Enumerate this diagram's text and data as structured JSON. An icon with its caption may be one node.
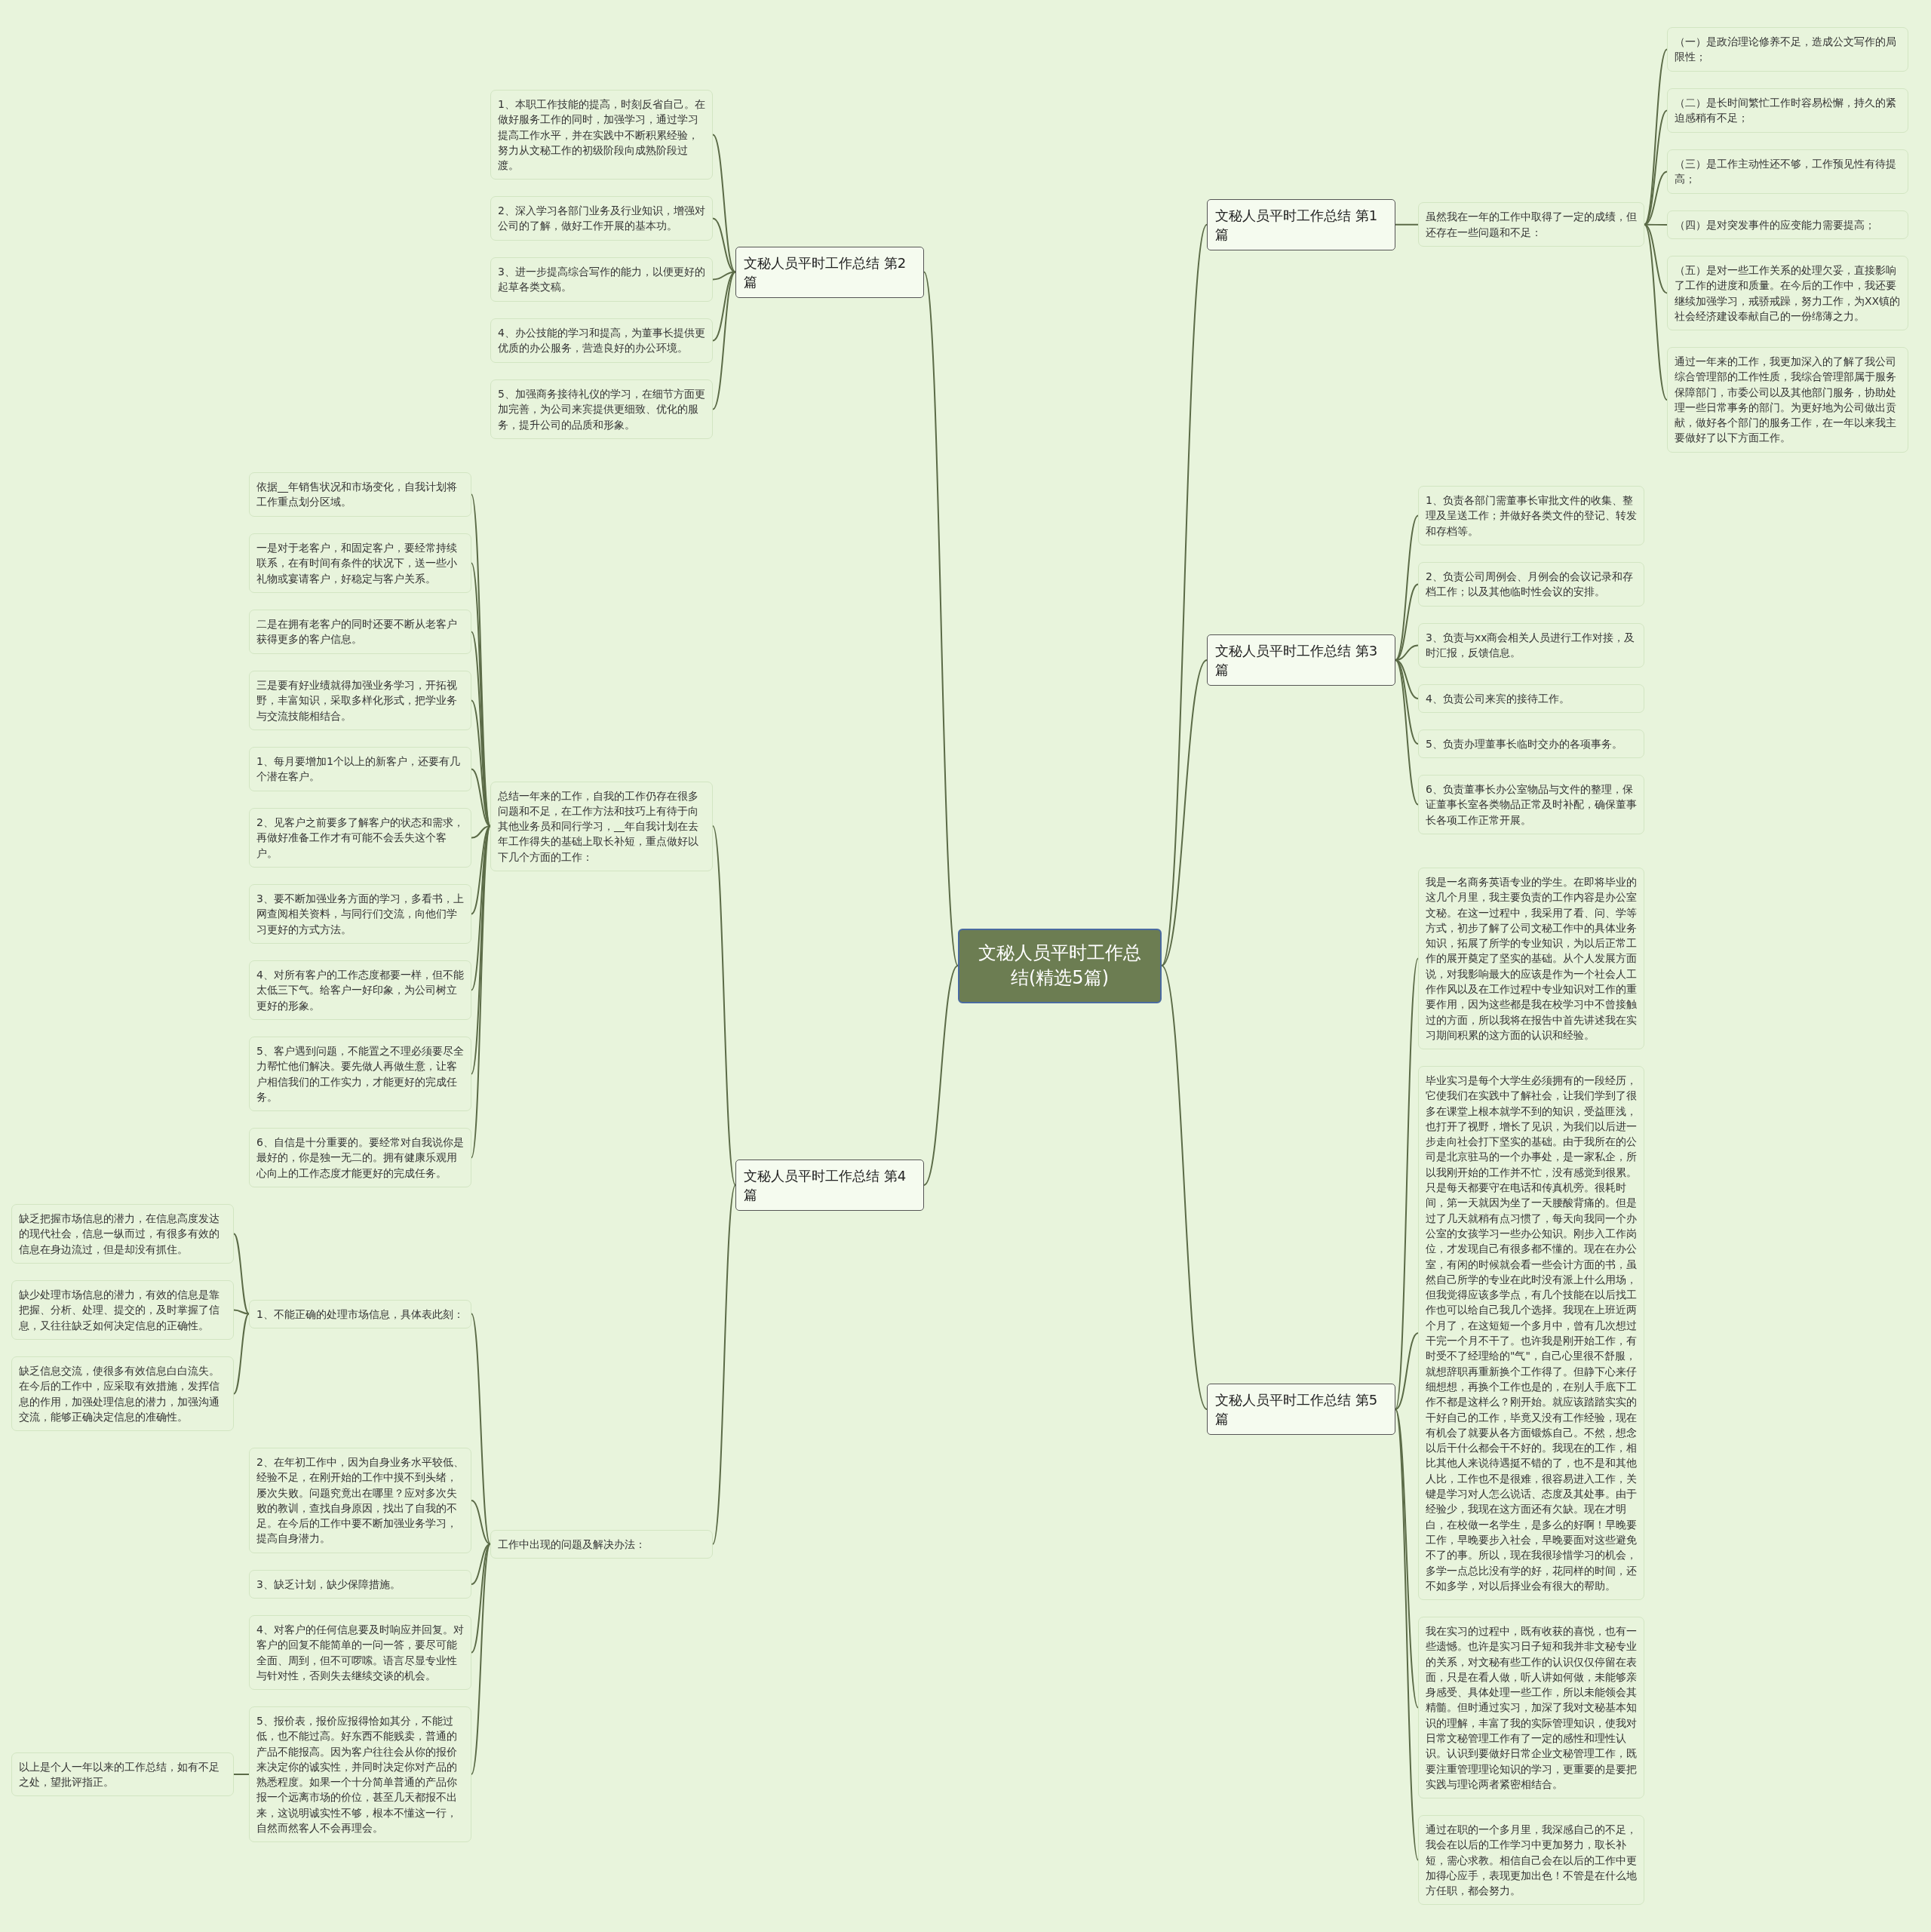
{
  "diagram": {
    "nodes": [
      {
        "text": [
          "文秘人员平时工作总结(精选5篇)"
        ]
      },
      {
        "text": [
          "文秘人员平时工作总结 第1篇"
        ]
      },
      {
        "text": [
          "虽然我在一年的工作中取得了一定的成绩，但还存在一些问题和不足："
        ]
      },
      {
        "text": [
          "（一）是政治理论修养不足，造成公文写作的局限性；"
        ]
      },
      {
        "text": [
          "（二）是长时间繁忙工作时容易松懈，持久的紧迫感稍有不足；"
        ]
      },
      {
        "text": [
          "（三）是工作主动性还不够，工作预见性有待提高；"
        ]
      },
      {
        "text": [
          "（四）是对突发事件的应变能力需要提高；"
        ]
      },
      {
        "text": [
          "（五）是对一些工作关系的处理欠妥，直接影响了工作的进度和质量。在今后的工作中，我还要继续加强学习，戒骄戒躁，努力工作，为XX镇的社会经济建设奉献自己的一份绵薄之力。"
        ]
      },
      {
        "text": [
          "通过一年来的工作，我更加深入的了解了我公司综合管理部的工作性质，我综合管理部属于服务保障部门，市委公司以及其他部门服务，协助处理一些日常事务的部门。为更好地为公司做出贡献，做好各个部门的服务工作，在一年以来我主要做好了以下方面工作。"
        ]
      },
      {
        "text": [
          "文秘人员平时工作总结 第3篇"
        ]
      },
      {
        "text": [
          "1、负责各部门需董事长审批文件的收集、整理及呈送工作；并做好各类文件的登记、转发和存档等。"
        ]
      },
      {
        "text": [
          "2、负责公司周例会、月例会的会议记录和存档工作；以及其他临时性会议的安排。"
        ]
      },
      {
        "text": [
          "3、负责与xx商会相关人员进行工作对接，及时汇报，反馈信息。"
        ]
      },
      {
        "text": [
          "4、负责公司来宾的接待工作。"
        ]
      },
      {
        "text": [
          "5、负责办理董事长临时交办的各项事务。"
        ]
      },
      {
        "text": [
          "6、负责董事长办公室物品与文件的整理，保证董事长室各类物品正常及时补配，确保董事长各项工作正常开展。"
        ]
      },
      {
        "text": [
          "文秘人员平时工作总结 第5篇"
        ]
      },
      {
        "text": [
          "我是一名商务英语专业的学生。在即将毕业的这几个月里，我主要负责的工作内容是办公室文秘。在这一过程中，我采用了看、问、学等方式，初步了解了公司文秘工作中的具体业务知识，拓展了所学的专业知识，为以后正常工作的展开奠定了坚实的基础。从个人发展方面说，对我影响最大的应该是作为一个社会人工作作风以及在工作过程中专业知识对工作的重要作用，因为这些都是我在校学习中不曾接触过的方面，所以我将在报告中首先讲述我在实习期间积累的这方面的认识和经验。"
        ]
      },
      {
        "text": [
          "毕业实习是每个大学生必须拥有的一段经历，它使我们在实践中了解社会，让我们学到了很多在课堂上根本就学不到的知识，受益匪浅，也打开了视野，增长了见识，为我们以后进一步走向社会打下坚实的基础。由于我所在的公司是北京驻马的一个办事处，是一家私企，所以我刚开始的工作并不忙，没有感觉到很累。只是每天都要守在电话和传真机旁。很耗时间，第一天就因为坐了一天腰酸背痛的。但是过了几天就稍有点习惯了，每天向我同一个办公室的女孩学习一些办公知识。刚步入工作岗位，才发现自己有很多都不懂的。现在在办公室，有闲的时候就会看一些会计方面的书，虽然自己所学的专业在此时没有派上什么用场，但我觉得应该多学点，有几个技能在以后找工作也可以给自己我几个选择。我现在上班近两个月了，在这短短一个多月中，曾有几次想过干完一个月不干了。也许我是刚开始工作，有时受不了经理给的\"气\"，自己心里很不舒服，就想辞职再重新换个工作得了。但静下心来仔细想想，再换个工作也是的，在别人手底下工作不都是这样么？刚开始。就应该踏踏实实的干好自己的工作，毕竟又没有工作经验，现在有机会了就要从各方面锻炼自己。不然，想念以后干什么都会干不好的。我现在的工作，相比其他人来说待遇挺不错的了，也不是和其他人比，工作也不是很难，很容易进入工作，关键是学习对人怎么说话、态度及其处事。由于经验少，我现在这方面还有欠缺。现在才明白，在校做一名学生，是多么的好啊！早晚要工作，早晚要步入社会，早晚要面对这些避免不了的事。所以，现在我很珍惜学习的机会，多学一点总比没有学的好，花同样的时间，还不如多学，对以后择业会有很大的帮助。"
        ]
      },
      {
        "text": [
          "我在实习的过程中，既有收获的喜悦，也有一些遗憾。也许是实习日子短和我并非文秘专业的关系，对文秘有些工作的认识仅仅停留在表面，只是在看人做，听人讲如何做，未能够亲身感受、具体处理一些工作，所以未能领会其精髓。但时通过实习，加深了我对文秘基本知识的理解，丰富了我的实际管理知识，使我对日常文秘管理工作有了一定的感性和理性认识。认识到要做好日常企业文秘管理工作，既要注重管理理论知识的学习，更重要的是要把实践与理论两者紧密相结合。"
        ]
      },
      {
        "text": [
          "通过在职的一个多月里，我深感自己的不足，我会在以后的工作学习中更加努力，取长补短，需心求教。相信自己会在以后的工作中更加得心应手，表现更加出色！不管是在什么地方任职，都会努力。"
        ]
      },
      {
        "text": [
          "文秘人员平时工作总结 第2篇"
        ]
      },
      {
        "text": [
          "1、本职工作技能的提高，时刻反省自己。在做好服务工作的同时，加强学习，通过学习提高工作水平，并在实践中不断积累经验，努力从文秘工作的初级阶段向成熟阶段过渡。"
        ]
      },
      {
        "text": [
          "2、深入学习各部门业务及行业知识，增强对公司的了解，做好工作开展的基本功。"
        ]
      },
      {
        "text": [
          "3、进一步提高综合写作的能力，以便更好的起草各类文稿。"
        ]
      },
      {
        "text": [
          "4、办公技能的学习和提高，为董事长提供更优质的办公服务，营造良好的办公环境。"
        ]
      },
      {
        "text": [
          "5、加强商务接待礼仪的学习，在细节方面更加完善，为公司来宾提供更细致、优化的服务，提升公司的品质和形象。"
        ]
      },
      {
        "text": [
          "文秘人员平时工作总结 第4篇"
        ]
      },
      {
        "text": [
          "总结一年来的工作，自我的工作仍存在很多问题和不足，在工作方法和技巧上有待于向其他业务员和同行学习，__年自我计划在去年工作得失的基础上取长补短，重点做好以下几个方面的工作："
        ]
      },
      {
        "text": [
          "依据__年销售状况和市场变化，自我计划将工作重点划分区域。"
        ]
      },
      {
        "text": [
          "一是对于老客户，和固定客户，要经常持续联系，在有时间有条件的状况下，送一些小礼物或宴请客户，好稳定与客户关系。"
        ]
      },
      {
        "text": [
          "二是在拥有老客户的同时还要不断从老客户获得更多的客户信息。"
        ]
      },
      {
        "text": [
          "三是要有好业绩就得加强业务学习，开拓视野，丰富知识，采取多样化形式，把学业务与交流技能相结合。"
        ]
      },
      {
        "text": [
          "1、每月要增加1个以上的新客户，还要有几个潜在客户。"
        ]
      },
      {
        "text": [
          "2、见客户之前要多了解客户的状态和需求，再做好准备工作才有可能不会丢失这个客户。"
        ]
      },
      {
        "text": [
          "3、要不断加强业务方面的学习，多看书，上网查阅相关资料，与同行们交流，向他们学习更好的方式方法。"
        ]
      },
      {
        "text": [
          "4、对所有客户的工作态度都要一样，但不能太低三下气。给客户一好印象，为公司树立更好的形象。"
        ]
      },
      {
        "text": [
          "5、客户遇到问题，不能置之不理必须要尽全力帮忙他们解决。要先做人再做生意，让客户相信我们的工作实力，才能更好的完成任务。"
        ]
      },
      {
        "text": [
          "6、自信是十分重要的。要经常对自我说你是最好的，你是独一无二的。拥有健康乐观用心向上的工作态度才能更好的完成任务。"
        ]
      },
      {
        "text": [
          "工作中出现的问题及解决办法："
        ]
      },
      {
        "text": [
          "1、不能正确的处理市场信息，具体表此刻："
        ]
      },
      {
        "text": [
          "缺乏把握市场信息的潜力，在信息高度发达的现代社会，信息一纵而过，有很多有效的信息在身边流过，但是却没有抓住。"
        ]
      },
      {
        "text": [
          "缺少处理市场信息的潜力，有效的信息是靠把握、分析、处理、提交的，及时掌握了信息，又往往缺乏如何决定信息的正确性。"
        ]
      },
      {
        "text": [
          "缺乏信息交流，使很多有效信息白白流失。在今后的工作中，应采取有效措施，发挥信息的作用，加强处理信息的潜力，加强沟通交流，能够正确决定信息的准确性。"
        ]
      },
      {
        "text": [
          "2、在年初工作中，因为自身业务水平较低、经验不足，在刚开始的工作中摸不到头绪，屡次失败。问题究竟出在哪里？应对多次失败的教训，查找自身原因，找出了自我的不足。在今后的工作中要不断加强业务学习，提高自身潜力。"
        ]
      },
      {
        "text": [
          "3、缺乏计划，缺少保障措施。"
        ]
      },
      {
        "text": [
          "4、对客户的任何信息要及时响应并回复。对客户的回复不能简单的一问一答，要尽可能全面、周到，但不可啰嗦。语言尽显专业性与针对性，否则失去继续交谈的机会。"
        ]
      },
      {
        "text": [
          "5、报价表，报价应报得恰如其分，不能过低，也不能过高。好东西不能贱卖，普通的产品不能报高。因为客户往往会从你的报价来决定你的诚实性，并同时决定你对产品的熟悉程度。如果一个十分简单普通的产品你报一个远离市场的价位，甚至几天都报不出来，这说明诚实性不够，根本不懂这一行，自然而然客人不会再理会。"
        ]
      },
      {
        "text": [
          "以上是个人一年以来的工作总结，如有不足之处，望批评指正。"
        ]
      }
    ],
    "edges": [
      {
        "from": 0,
        "to": 1,
        "arrow": "none"
      },
      {
        "from": 1,
        "to": 2,
        "arrow": "none"
      },
      {
        "from": 2,
        "to": 3,
        "arrow": "none"
      },
      {
        "from": 2,
        "to": 4,
        "arrow": "none"
      },
      {
        "from": 2,
        "to": 5,
        "arrow": "none"
      },
      {
        "from": 2,
        "to": 6,
        "arrow": "none"
      },
      {
        "from": 2,
        "to": 7,
        "arrow": "none"
      },
      {
        "from": 2,
        "to": 8,
        "arrow": "none"
      },
      {
        "from": 0,
        "to": 9,
        "arrow": "none"
      },
      {
        "from": 9,
        "to": 10,
        "arrow": "none"
      },
      {
        "from": 9,
        "to": 11,
        "arrow": "none"
      },
      {
        "from": 9,
        "to": 12,
        "arrow": "none"
      },
      {
        "from": 9,
        "to": 13,
        "arrow": "none"
      },
      {
        "from": 9,
        "to": 14,
        "arrow": "none"
      },
      {
        "from": 9,
        "to": 15,
        "arrow": "none"
      },
      {
        "from": 0,
        "to": 16,
        "arrow": "none"
      },
      {
        "from": 16,
        "to": 17,
        "arrow": "none"
      },
      {
        "from": 16,
        "to": 18,
        "arrow": "none"
      },
      {
        "from": 16,
        "to": 19,
        "arrow": "none"
      },
      {
        "from": 16,
        "to": 20,
        "arrow": "none"
      },
      {
        "from": 0,
        "to": 21,
        "arrow": "none"
      },
      {
        "from": 21,
        "to": 22,
        "arrow": "none"
      },
      {
        "from": 21,
        "to": 23,
        "arrow": "none"
      },
      {
        "from": 21,
        "to": 24,
        "arrow": "none"
      },
      {
        "from": 21,
        "to": 25,
        "arrow": "none"
      },
      {
        "from": 21,
        "to": 26,
        "arrow": "none"
      },
      {
        "from": 0,
        "to": 27,
        "arrow": "none"
      },
      {
        "from": 27,
        "to": 28,
        "arrow": "none"
      },
      {
        "from": 28,
        "to": 29,
        "arrow": "none"
      },
      {
        "from": 28,
        "to": 30,
        "arrow": "none"
      },
      {
        "from": 28,
        "to": 31,
        "arrow": "none"
      },
      {
        "from": 28,
        "to": 32,
        "arrow": "none"
      },
      {
        "from": 28,
        "to": 33,
        "arrow": "none"
      },
      {
        "from": 28,
        "to": 34,
        "arrow": "none"
      },
      {
        "from": 28,
        "to": 35,
        "arrow": "none"
      },
      {
        "from": 28,
        "to": 36,
        "arrow": "none"
      },
      {
        "from": 28,
        "to": 37,
        "arrow": "none"
      },
      {
        "from": 28,
        "to": 38,
        "arrow": "none"
      },
      {
        "from": 27,
        "to": 39,
        "arrow": "none"
      },
      {
        "from": 39,
        "to": 40,
        "arrow": "none"
      },
      {
        "from": 40,
        "to": 41,
        "arrow": "none"
      },
      {
        "from": 40,
        "to": 42,
        "arrow": "none"
      },
      {
        "from": 40,
        "to": 43,
        "arrow": "none"
      },
      {
        "from": 39,
        "to": 44,
        "arrow": "none"
      },
      {
        "from": 39,
        "to": 45,
        "arrow": "none"
      },
      {
        "from": 39,
        "to": 46,
        "arrow": "none"
      },
      {
        "from": 39,
        "to": 47,
        "arrow": "none"
      },
      {
        "from": 47,
        "to": 48,
        "arrow": "none"
      }
    ]
  }
}
